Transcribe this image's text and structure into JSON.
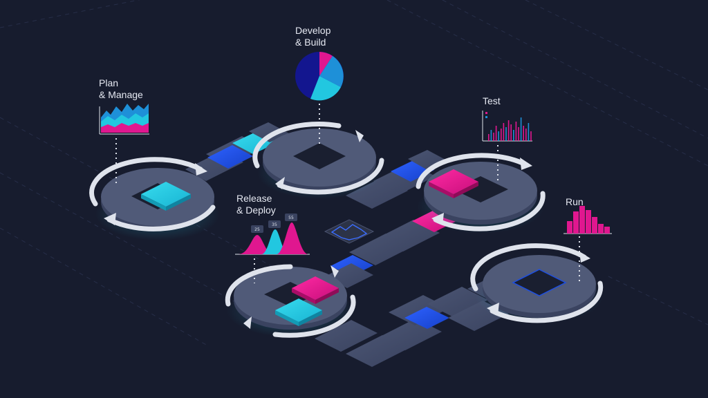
{
  "stages": {
    "plan": {
      "line1": "Plan",
      "line2": "& Manage"
    },
    "develop": {
      "line1": "Develop",
      "line2": "& Build"
    },
    "test": {
      "label": "Test"
    },
    "release": {
      "line1": "Release",
      "line2": "& Deploy"
    },
    "run": {
      "label": "Run"
    }
  },
  "release_chart": {
    "peaks": [
      "25",
      "35",
      "55"
    ]
  },
  "colors": {
    "background": "#171c2e",
    "platform": "#414b66",
    "tile": "#3a4460",
    "blue": "#1e4fe0",
    "cyan": "#22c7e0",
    "magenta": "#e0178f",
    "arrow": "#dfe3ec"
  },
  "icons": {
    "loops": [
      "cycle-arrow-icon"
    ],
    "charts": [
      "area-chart-icon",
      "pie-chart-icon",
      "bar-chart-icon",
      "bell-curve-chart-icon",
      "histogram-icon",
      "map-tile-icon"
    ]
  }
}
